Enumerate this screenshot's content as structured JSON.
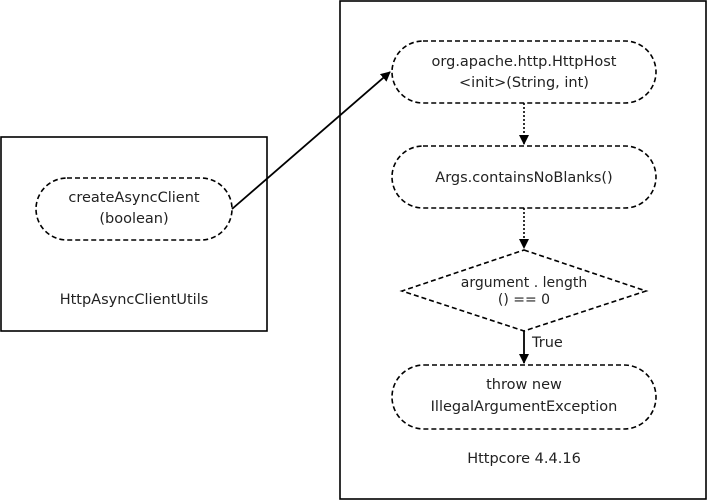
{
  "left_box": {
    "caption": "HttpAsyncClientUtils",
    "node": {
      "line1": "createAsyncClient",
      "line2": "(boolean)"
    }
  },
  "right_box": {
    "caption": "Httpcore 4.4.16",
    "node_host": {
      "line1": "org.apache.http.HttpHost",
      "line2": "<init>(String, int)"
    },
    "node_args": {
      "line1": "Args.containsNoBlanks()"
    },
    "decision": {
      "line1": "argument . length",
      "line2": "() == 0"
    },
    "edge_true_label": "True",
    "node_throw": {
      "line1": "throw new",
      "line2": "IllegalArgumentException"
    }
  }
}
